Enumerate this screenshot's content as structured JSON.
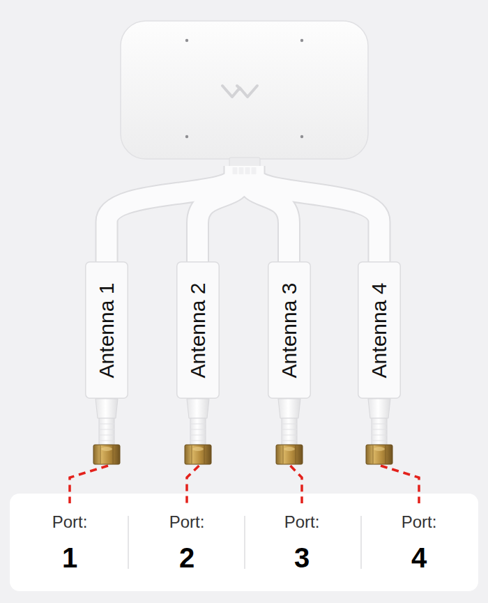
{
  "diagram": {
    "nodes": [
      {
        "text": [
          "Antenna 1"
        ]
      },
      {
        "text": [
          "Antenna 2"
        ]
      },
      {
        "text": [
          "Antenna 3"
        ]
      },
      {
        "text": [
          "Antenna 4"
        ]
      },
      {
        "text": [
          "Port:",
          "1"
        ]
      },
      {
        "text": [
          "Port:",
          "2"
        ]
      },
      {
        "text": [
          "Port:",
          "3"
        ]
      },
      {
        "text": [
          "Port:",
          "4"
        ]
      }
    ],
    "edges": [
      {
        "from": 0,
        "to": 4,
        "arrow": "none"
      },
      {
        "from": 1,
        "to": 5,
        "arrow": "none"
      },
      {
        "from": 2,
        "to": 6,
        "arrow": "none"
      },
      {
        "from": 3,
        "to": 7,
        "arrow": "none"
      }
    ]
  }
}
